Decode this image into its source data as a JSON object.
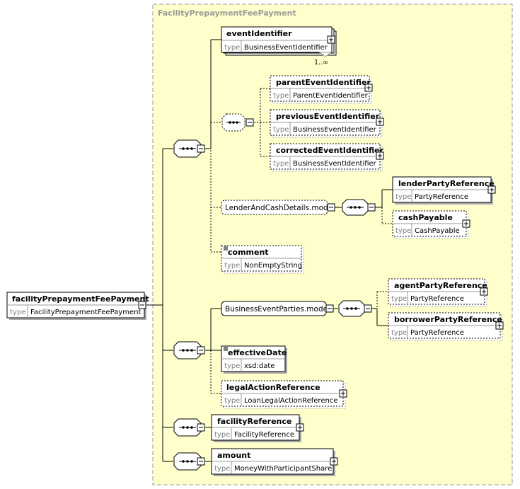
{
  "container": {
    "title": "FacilityPrepaymentFeePayment"
  },
  "root": {
    "name": "facilityPrepaymentFeePayment",
    "type_label": "type",
    "type": "FacilityPrepaymentFeePayment"
  },
  "elements": {
    "eventIdentifier": {
      "name": "eventIdentifier",
      "type_label": "type",
      "type": "BusinessEventIdentifier",
      "cardinality": "1..∞"
    },
    "parentEventIdentifier": {
      "name": "parentEventIdentifier",
      "type_label": "type",
      "type": "ParentEventIdentifier"
    },
    "previousEventIdentifier": {
      "name": "previousEventIdentifier",
      "type_label": "type",
      "type": "BusinessEventIdentifier"
    },
    "correctedEventIdentifier": {
      "name": "correctedEventIdentifier",
      "type_label": "type",
      "type": "BusinessEventIdentifier"
    },
    "lenderPartyReference": {
      "name": "lenderPartyReference",
      "type_label": "type",
      "type": "PartyReference"
    },
    "cashPayable": {
      "name": "cashPayable",
      "type_label": "type",
      "type": "CashPayable"
    },
    "comment": {
      "name": "comment",
      "type_label": "type",
      "type": "NonEmptyString"
    },
    "agentPartyReference": {
      "name": "agentPartyReference",
      "type_label": "type",
      "type": "PartyReference"
    },
    "borrowerPartyReference": {
      "name": "borrowerPartyReference",
      "type_label": "type",
      "type": "PartyReference"
    },
    "effectiveDate": {
      "name": "effectiveDate",
      "type_label": "type",
      "type": "xsd:date"
    },
    "legalActionReference": {
      "name": "legalActionReference",
      "type_label": "type",
      "type": "LoanLegalActionReference"
    },
    "facilityReference": {
      "name": "facilityReference",
      "type_label": "type",
      "type": "FacilityReference"
    },
    "amount": {
      "name": "amount",
      "type_label": "type",
      "type": "MoneyWithParticipantShare"
    }
  },
  "groups": {
    "lenderAndCash": {
      "label": "LenderAndCashDetails.model"
    },
    "businessEventParties": {
      "label": "BusinessEventParties.model"
    }
  }
}
